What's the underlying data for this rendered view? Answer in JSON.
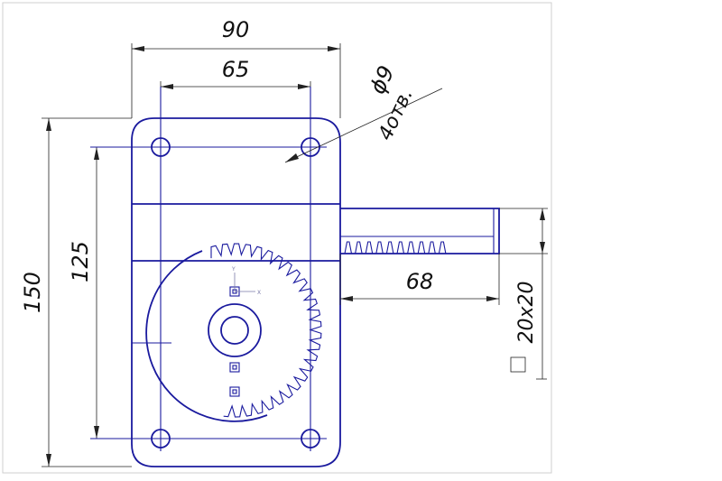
{
  "drawing": {
    "dimensions": {
      "overall_width": "90",
      "hole_spacing_width": "65",
      "hole_diameter": "ϕ9",
      "hole_count": "4отв.",
      "overall_height": "150",
      "hole_spacing_height": "125",
      "rack_length": "68",
      "rack_section": "20x20"
    },
    "colors": {
      "part_stroke": "#1a1a9e",
      "dimension_stroke": "#222222"
    }
  }
}
